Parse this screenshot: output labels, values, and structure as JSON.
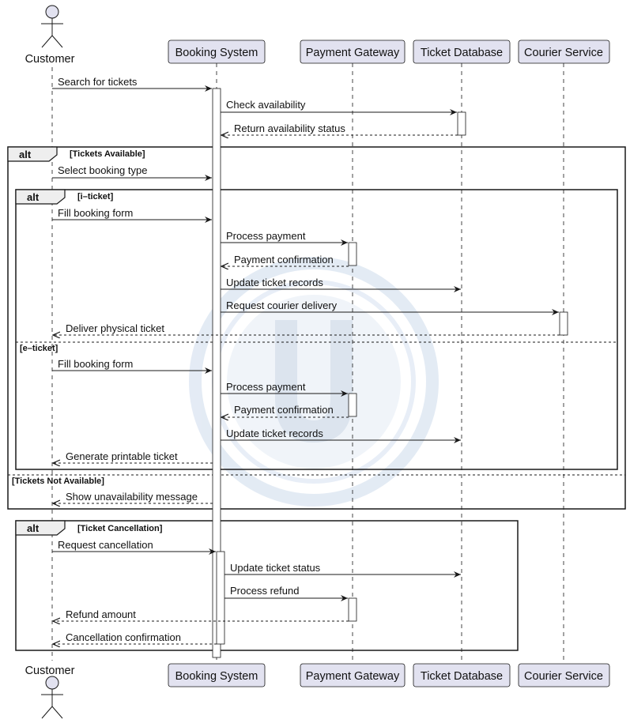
{
  "participants": [
    {
      "id": "customer",
      "name": "Customer",
      "kind": "actor"
    },
    {
      "id": "booking",
      "name": "Booking System",
      "kind": "box"
    },
    {
      "id": "payment",
      "name": "Payment Gateway",
      "kind": "box"
    },
    {
      "id": "ticketdb",
      "name": "Ticket Database",
      "kind": "box"
    },
    {
      "id": "courier",
      "name": "Courier Service",
      "kind": "box"
    }
  ],
  "messages": [
    {
      "label": "Search for tickets",
      "style": "solid"
    },
    {
      "label": "Check availability",
      "style": "solid"
    },
    {
      "label": "Return availability status",
      "style": "dashed"
    },
    {
      "label": "Select booking type",
      "style": "solid"
    },
    {
      "label": "Fill booking form",
      "style": "solid"
    },
    {
      "label": "Process payment",
      "style": "solid"
    },
    {
      "label": "Payment confirmation",
      "style": "dashed"
    },
    {
      "label": "Update ticket records",
      "style": "solid"
    },
    {
      "label": "Request courier delivery",
      "style": "solid"
    },
    {
      "label": "Deliver physical ticket",
      "style": "dashed"
    },
    {
      "label": "Fill booking form",
      "style": "solid"
    },
    {
      "label": "Process payment",
      "style": "solid"
    },
    {
      "label": "Payment confirmation",
      "style": "dashed"
    },
    {
      "label": "Update ticket records",
      "style": "solid"
    },
    {
      "label": "Generate printable ticket",
      "style": "dashed"
    },
    {
      "label": "Show unavailability message",
      "style": "dashed"
    },
    {
      "label": "Request cancellation",
      "style": "solid"
    },
    {
      "label": "Update ticket status",
      "style": "solid"
    },
    {
      "label": "Process refund",
      "style": "solid"
    },
    {
      "label": "Refund amount",
      "style": "dashed"
    },
    {
      "label": "Cancellation confirmation",
      "style": "dashed"
    }
  ],
  "fragments": [
    {
      "keyword": "alt",
      "guard": "[Tickets Available]",
      "else_guards": [
        "[Tickets Not Available]"
      ]
    },
    {
      "keyword": "alt",
      "guard": "[i–ticket]",
      "else_guards": [
        "[e–ticket]"
      ]
    },
    {
      "keyword": "alt",
      "guard": "[Ticket Cancellation]",
      "else_guards": []
    }
  ],
  "colors": {
    "participant_fill": "#e2e2f0",
    "participant_border": "#181818",
    "line": "#181818",
    "lifeline": "#181818",
    "watermark": "#dfe8f3"
  },
  "watermark_icon": "u-logo-watermark"
}
